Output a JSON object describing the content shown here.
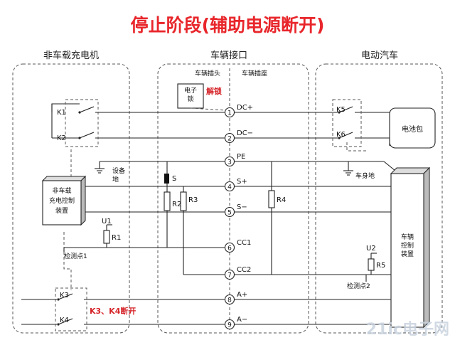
{
  "title": "停止阶段(辅助电源断开)",
  "sections": {
    "charger": "非车载充电机",
    "interface": "车辆接口",
    "vehicle": "电动汽车"
  },
  "interface_sub": {
    "plug": "车辆插头",
    "socket": "车辆插座"
  },
  "pins": [
    {
      "num": "1",
      "name": "DC+"
    },
    {
      "num": "2",
      "name": "DC−"
    },
    {
      "num": "3",
      "name": "PE"
    },
    {
      "num": "4",
      "name": "S+"
    },
    {
      "num": "5",
      "name": "S−"
    },
    {
      "num": "6",
      "name": "CC1"
    },
    {
      "num": "7",
      "name": "CC2"
    },
    {
      "num": "8",
      "name": "A+"
    },
    {
      "num": "9",
      "name": "A−"
    }
  ],
  "switches": {
    "k1": "K1",
    "k2": "K2",
    "k3": "K3",
    "k4": "K4",
    "k5": "K5",
    "k6": "K6",
    "s": "S"
  },
  "components": {
    "elock": "电子锁",
    "unlock": "解锁",
    "battery": "电池包",
    "equip_ground": "设备地",
    "body_ground": "车身地",
    "charger_ctrl": "非车载充电控制装置",
    "vehicle_ctrl": "车辆控制装置",
    "r1": "R1",
    "r2": "R2",
    "r3": "R3",
    "r4": "R4",
    "r5": "R5",
    "u1": "U1",
    "u2": "U2",
    "check1": "检测点1",
    "check2": "检测点2",
    "k34_off": "K3、K4断开"
  },
  "watermark": "21ic电子网",
  "colors": {
    "title": "#e8262b",
    "accent": "#d6262b",
    "line": "#222222",
    "dash": "#555555",
    "box_shadow": "#777777"
  }
}
